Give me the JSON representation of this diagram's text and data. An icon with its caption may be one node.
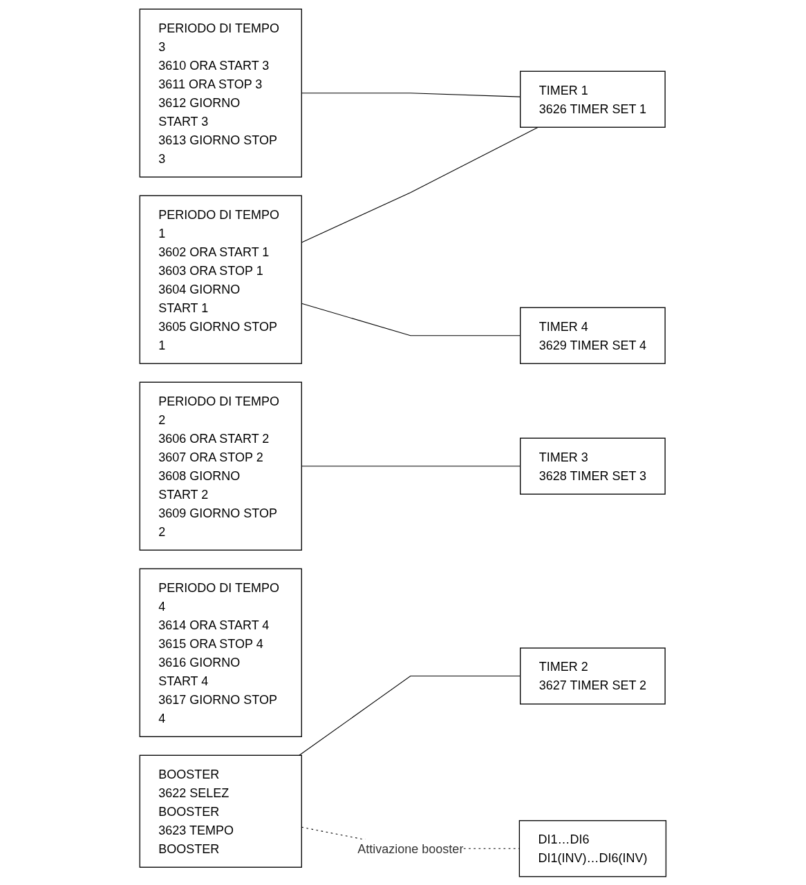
{
  "diagram": {
    "nodes": [
      {
        "text": [
          "PERIODO DI TEMPO 1",
          "3602 ORA START 1",
          "3603 ORA STOP 1",
          "3604 GIORNO START 1",
          "3605 GIORNO STOP 1"
        ]
      },
      {
        "text": [
          "PERIODO DI TEMPO 2",
          "3606 ORA START 2",
          "3607 ORA STOP 2",
          "3608 GIORNO START 2",
          "3609 GIORNO STOP 2"
        ]
      },
      {
        "text": [
          "PERIODO DI TEMPO 3",
          "3610 ORA START 3",
          "3611 ORA STOP 3",
          "3612 GIORNO START 3",
          "3613 GIORNO STOP 3"
        ]
      },
      {
        "text": [
          "PERIODO DI TEMPO 4",
          "3614 ORA START 4",
          "3615 ORA STOP 4",
          "3616 GIORNO START 4",
          "3617 GIORNO STOP 4"
        ]
      },
      {
        "text": [
          "BOOSTER",
          "3622 SELEZ BOOSTER",
          "3623 TEMPO BOOSTER"
        ]
      },
      {
        "text": [
          "TIMER 1",
          "3626 TIMER SET 1"
        ]
      },
      {
        "text": [
          "TIMER 2",
          "3627 TIMER SET 2"
        ]
      },
      {
        "text": [
          "TIMER 3",
          "3628 TIMER SET 3"
        ]
      },
      {
        "text": [
          "TIMER 4",
          "3629 TIMER SET 4"
        ]
      },
      {
        "text": [
          "DI1…DI6",
          "DI1(INV)…DI6(INV)"
        ]
      }
    ],
    "edges": [
      {
        "from": 0,
        "to": 5,
        "arrow": "none"
      },
      {
        "from": 0,
        "to": 8,
        "arrow": "none"
      },
      {
        "from": 1,
        "to": 7,
        "arrow": "none"
      },
      {
        "from": 2,
        "to": 5,
        "arrow": "none"
      },
      {
        "from": 4,
        "to": 6,
        "arrow": "none"
      },
      {
        "from": 4,
        "to": 9,
        "arrow": "none",
        "style": "dashed",
        "label": "Attivazione booster"
      }
    ]
  }
}
